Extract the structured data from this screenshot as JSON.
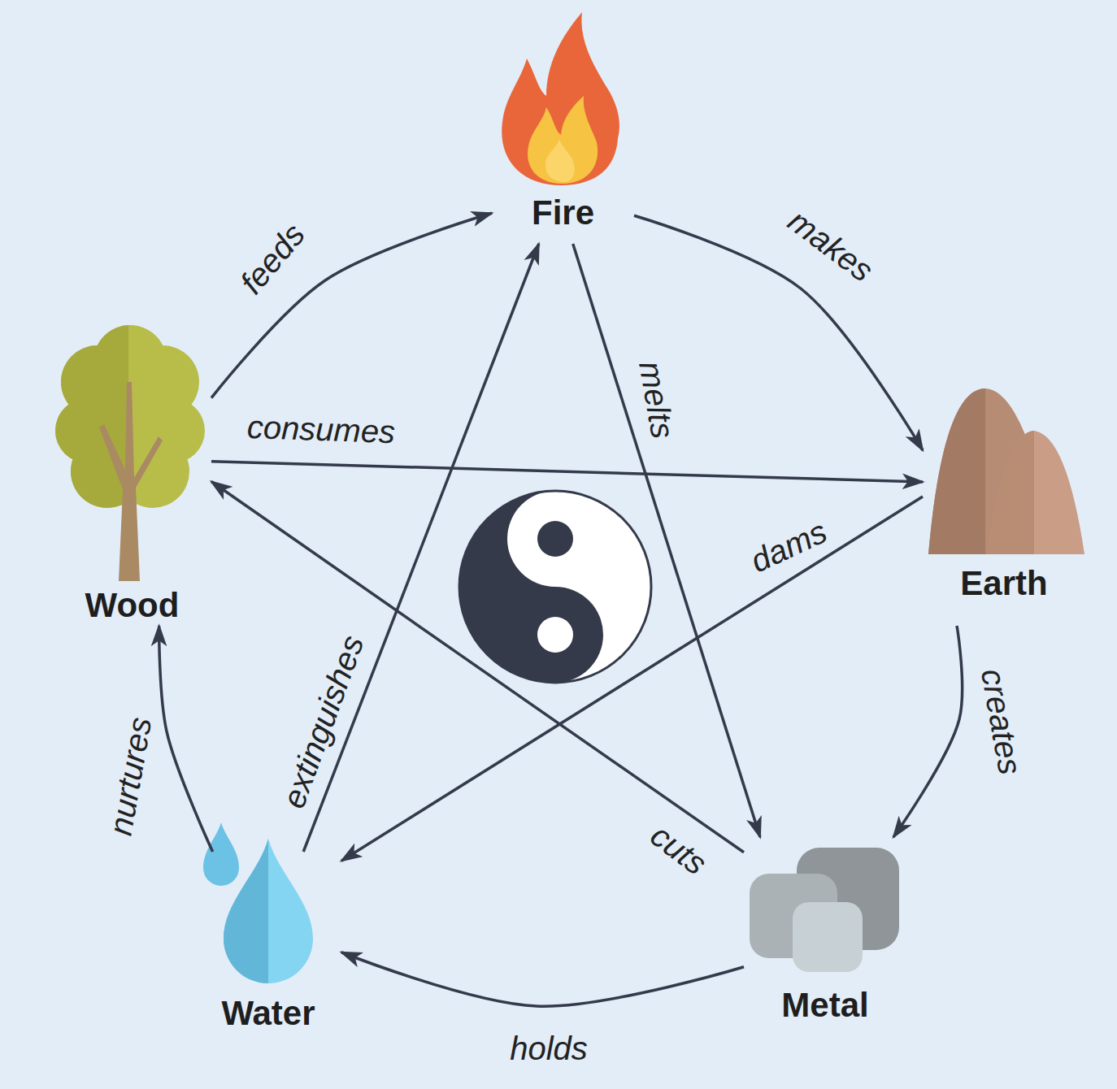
{
  "diagram": {
    "nodes": [
      {
        "text": [
          "Fire"
        ]
      },
      {
        "text": [
          "Wood"
        ]
      },
      {
        "text": [
          "Earth"
        ]
      },
      {
        "text": [
          "Water"
        ]
      },
      {
        "text": [
          "Metal"
        ]
      }
    ],
    "edges": [
      {
        "from": 1,
        "to": 0,
        "arrow": "to",
        "label": "feeds"
      },
      {
        "from": 0,
        "to": 2,
        "arrow": "to",
        "label": "makes"
      },
      {
        "from": 0,
        "to": 4,
        "arrow": "to",
        "label": "melts"
      },
      {
        "from": 1,
        "to": 2,
        "arrow": "to",
        "label": "consumes"
      },
      {
        "from": 2,
        "to": 3,
        "arrow": "to",
        "label": "dams"
      },
      {
        "from": 3,
        "to": 0,
        "arrow": "to",
        "label": "extinguishes"
      },
      {
        "from": 2,
        "to": 4,
        "arrow": "to",
        "label": "creates"
      },
      {
        "from": 3,
        "to": 1,
        "arrow": "to",
        "label": "nurtures"
      },
      {
        "from": 4,
        "to": 1,
        "arrow": "to",
        "label": "cuts"
      },
      {
        "from": 4,
        "to": 3,
        "arrow": "to",
        "label": "holds"
      }
    ]
  }
}
